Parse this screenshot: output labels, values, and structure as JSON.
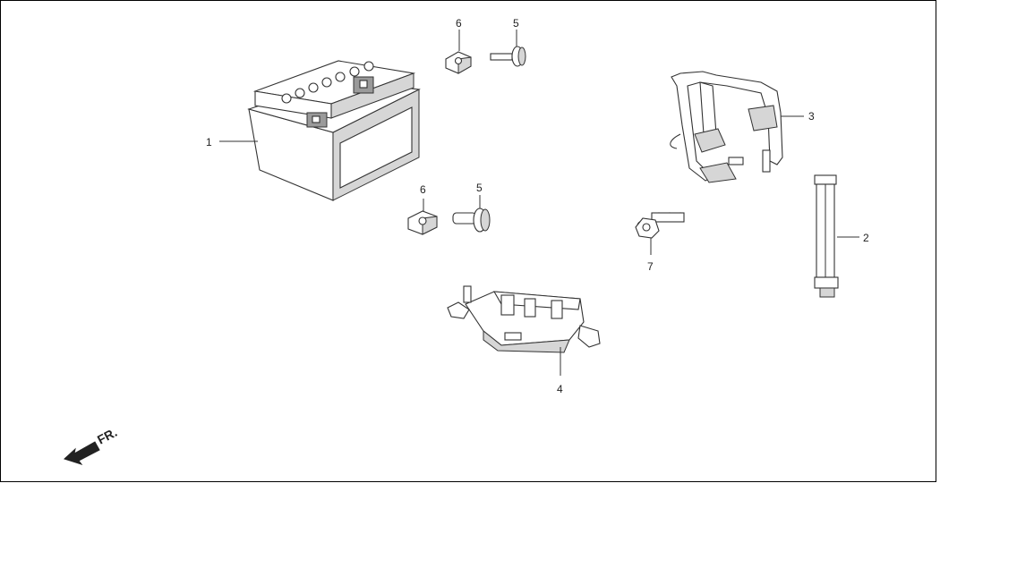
{
  "diagram": {
    "callouts": {
      "battery": "1",
      "strap": "2",
      "battery_holder_frame": "3",
      "battery_tray": "4",
      "bolt_top": "5",
      "nut_top": "6",
      "bolt_lower": "5",
      "nut_lower": "6",
      "flange_bolt": "7"
    },
    "front_marker": {
      "label": "FR.",
      "icon": "arrow-icon"
    }
  },
  "colors": {
    "line": "#333333",
    "shade": "#d6d6d6",
    "background": "#ffffff"
  }
}
